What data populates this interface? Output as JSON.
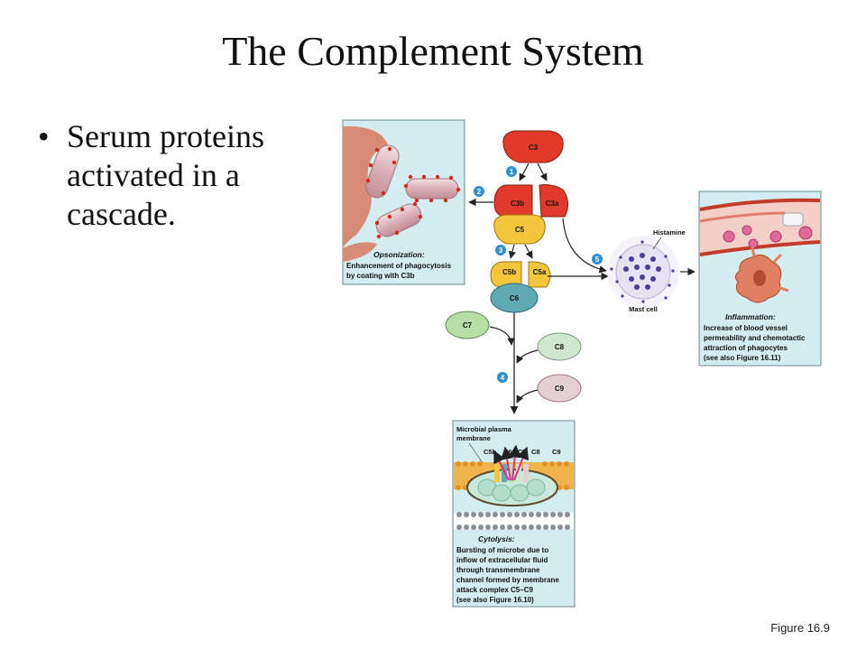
{
  "slide": {
    "title": "The Complement System",
    "bullet_text": "Serum proteins activated in a cascade.",
    "figure_caption": "Figure 16.9"
  },
  "diagram": {
    "proteins": {
      "c3": "C3",
      "c3b": "C3b",
      "c3a": "C3a",
      "c5": "C5",
      "c5b": "C5b",
      "c5a": "C5a",
      "c6": "C6",
      "c7": "C7",
      "c8": "C8",
      "c9": "C9"
    },
    "steps": [
      "1",
      "2",
      "3",
      "4",
      "5"
    ],
    "opsonization": {
      "heading": "Opsonization:",
      "lines": [
        "Enhancement of phagocytosis",
        "by coating with C3b"
      ]
    },
    "inflammation": {
      "heading": "Inflammation:",
      "lines": [
        "Increase of blood vessel",
        "permeability and chemotactic",
        "attraction of phagocytes",
        "(see also Figure 16.11)"
      ]
    },
    "mast_cell": {
      "histamine_label": "Histamine",
      "cell_label": "Mast cell"
    },
    "cytolysis": {
      "membrane_label_line1": "Microbial plasma",
      "membrane_label_line2": "membrane",
      "mac_labels": [
        "C5b",
        "C6",
        "C7",
        "C8",
        "C9"
      ],
      "heading": "Cytolysis:",
      "lines": [
        "Bursting of microbe due to",
        "inflow of extracellular fluid",
        "through transmembrane",
        "channel formed by membrane",
        "attack complex C5–C9",
        "(see also Figure 16.10)"
      ]
    },
    "colors": {
      "panel_bg": "#d3ecef",
      "c3_red": "#e23a2a",
      "c5_yellow": "#f4c63c",
      "c6_teal": "#5fa9b3",
      "c7_green": "#b7dea5",
      "c8_green": "#cfe6cf",
      "c9_pink": "#e6cfd2",
      "step_blue": "#2f8fd0"
    }
  }
}
